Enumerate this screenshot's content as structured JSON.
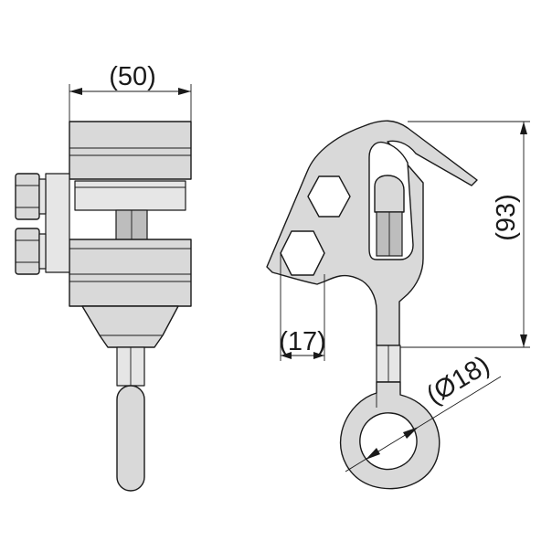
{
  "dimensions": {
    "width": "(50)",
    "height": "(93)",
    "hex": "(17)",
    "eye": "(Ø18)"
  },
  "colors": {
    "line": "#1a1a1a",
    "fill": "#d9d9d9",
    "background": "#ffffff"
  }
}
